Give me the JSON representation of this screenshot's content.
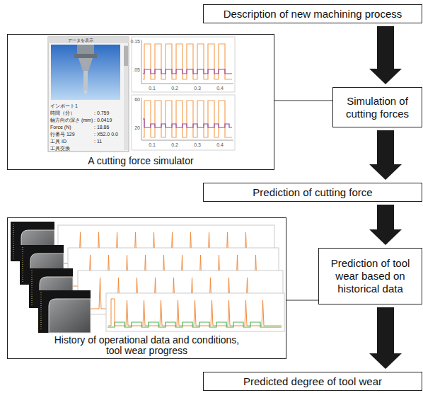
{
  "diagram": {
    "nodes": [
      {
        "text": [
          "Description of new machining process"
        ]
      },
      {
        "text": [
          "A cutting force simulator"
        ]
      },
      {
        "text": [
          "Simulation of cutting forces"
        ]
      },
      {
        "text": [
          "Prediction of cutting force"
        ]
      },
      {
        "text": [
          "History of operational data and conditions, tool wear progress"
        ]
      },
      {
        "text": [
          "Prediction of tool wear based on historical data"
        ]
      },
      {
        "text": [
          "Predicted degree of tool wear"
        ]
      }
    ],
    "edges": [
      {
        "from": 0,
        "to": 2,
        "arrow": "to"
      },
      {
        "from": 1,
        "to": 2,
        "arrow": "none"
      },
      {
        "from": 2,
        "to": 3,
        "arrow": "to"
      },
      {
        "from": 3,
        "to": 5,
        "arrow": "to"
      },
      {
        "from": 4,
        "to": 5,
        "arrow": "none"
      },
      {
        "from": 5,
        "to": 6,
        "arrow": "to"
      }
    ],
    "labels": [
      "データを表示",
      "インポート1",
      "時間（分）",
      ": 0.759",
      "軸方向の深さ (mm)",
      ": 0.0419",
      "Force (N)",
      ": 18.86",
      "行番号 129",
      ": X52.0 0.0",
      "工具 ID",
      ": 11",
      "工具交換",
      "0.15",
      ".05",
      "0.1",
      "0.2",
      "0.3",
      "0.4",
      "60",
      "20",
      "0.1",
      "0.2",
      "0.3",
      "0.4"
    ]
  }
}
